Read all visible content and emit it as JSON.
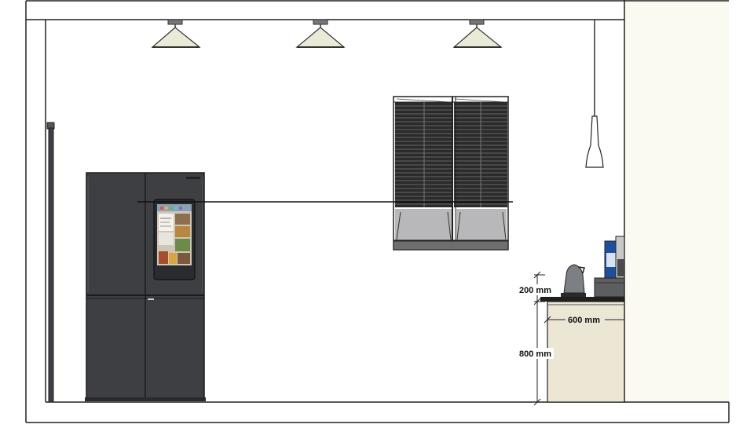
{
  "drawing": {
    "dimensions": {
      "countertop_to_item_height": "200 mm",
      "counter_depth": "600 mm",
      "counter_height": "800 mm"
    }
  },
  "objects": {
    "ceiling_lights_count": 3,
    "refrigerator": {
      "type": "four-door french door",
      "finish_color": "#3d3f43",
      "has_touch_screen": true
    },
    "window": {
      "type": "double window with horizontal blinds"
    },
    "pendant_light": {
      "type": "cone pendant"
    },
    "base_cabinet": {
      "color": "#ece6d4"
    },
    "side_wall_color": "#fbfaf1"
  }
}
